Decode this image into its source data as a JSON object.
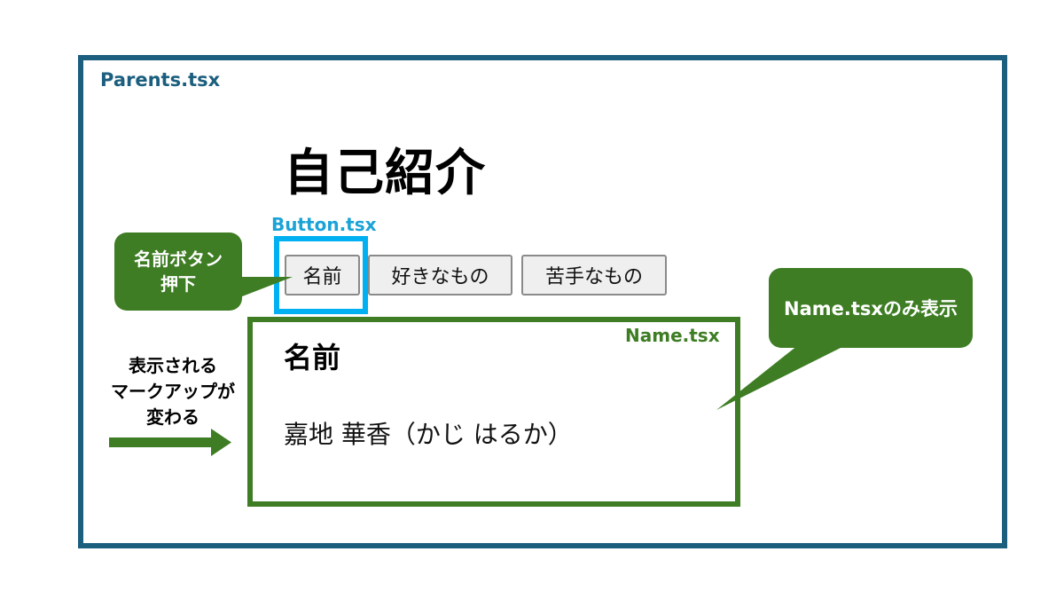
{
  "parents": {
    "file_label": "Parents.tsx"
  },
  "page": {
    "title": "自己紹介"
  },
  "button_component": {
    "file_label": "Button.tsx"
  },
  "buttons": [
    {
      "label": "名前",
      "selected": true
    },
    {
      "label": "好きなもの",
      "selected": false
    },
    {
      "label": "苦手なもの",
      "selected": false
    }
  ],
  "name_component": {
    "file_label": "Name.tsx",
    "heading": "名前",
    "value": "嘉地 華香（かじ はるか）"
  },
  "callouts": {
    "left_lines": [
      "名前ボタン",
      "押下"
    ],
    "right": "Name.tsxのみ表示",
    "side_note_lines": [
      "表示される",
      "マークアップが",
      "変わる"
    ]
  },
  "colors": {
    "parents_frame": "#1b5e7e",
    "button_highlight": "#00b0f0",
    "name_frame": "#3e7d24",
    "callout": "#3e7d24"
  }
}
